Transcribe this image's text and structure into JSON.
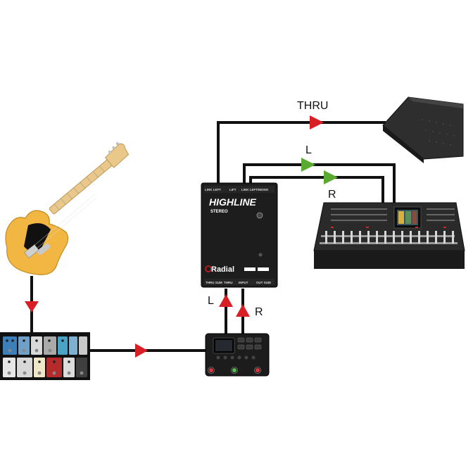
{
  "diagram": {
    "labels": {
      "thru": "THRU",
      "console_left": "L",
      "console_right": "R",
      "modeler_left": "L",
      "modeler_right": "R"
    },
    "di_box": {
      "brand": "HIGHLINE",
      "model": "STEREO",
      "maker": "Radial",
      "top_jacks": [
        "LINK LEFT",
        "LIFT",
        "LINK LEFT/MONO"
      ],
      "bottom_jacks": [
        "THRU SUM",
        "THRU",
        "INPUT",
        "OUT SUM"
      ]
    },
    "colors": {
      "cable": "#111111",
      "arrow_red": "#d81f26",
      "arrow_green": "#5aaa32"
    }
  }
}
